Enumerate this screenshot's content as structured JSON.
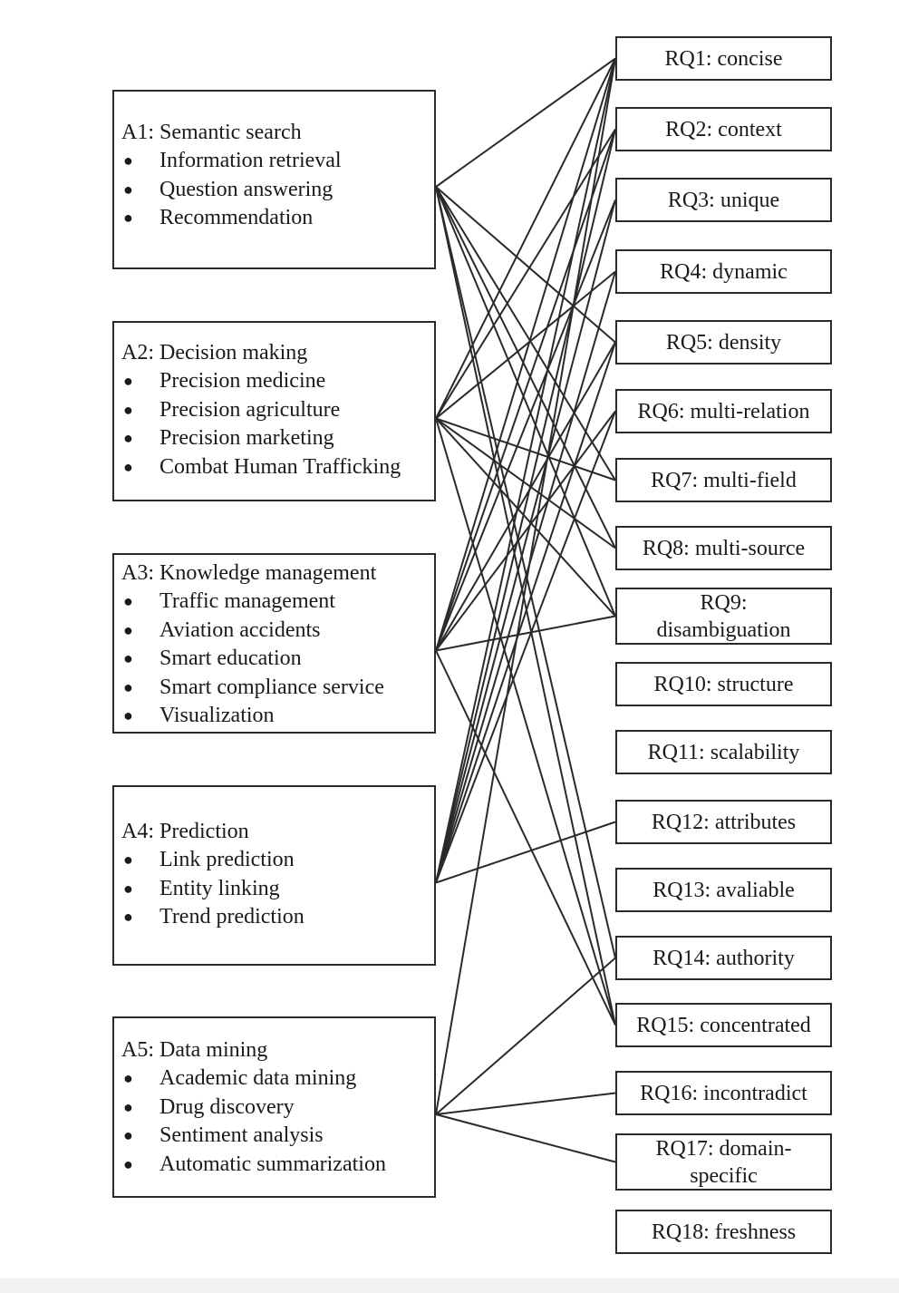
{
  "applications": [
    {
      "id": "A1",
      "title": "A1: Semantic search",
      "items": [
        "Information retrieval",
        "Question answering",
        "Recommendation"
      ]
    },
    {
      "id": "A2",
      "title": "A2: Decision making",
      "items": [
        "Precision medicine",
        "Precision agriculture",
        "Precision marketing",
        "Combat Human Trafficking"
      ]
    },
    {
      "id": "A3",
      "title": "A3: Knowledge management",
      "items": [
        "Traffic management",
        "Aviation accidents",
        "Smart education",
        "Smart compliance service",
        "Visualization"
      ]
    },
    {
      "id": "A4",
      "title": "A4: Prediction",
      "items": [
        "Link prediction",
        "Entity linking",
        "Trend prediction"
      ]
    },
    {
      "id": "A5",
      "title": "A5: Data mining",
      "items": [
        "Academic data mining",
        "Drug discovery",
        "Sentiment analysis",
        "Automatic summarization"
      ]
    }
  ],
  "requirements": [
    {
      "id": "RQ1",
      "label": "RQ1: concise"
    },
    {
      "id": "RQ2",
      "label": "RQ2: context"
    },
    {
      "id": "RQ3",
      "label": "RQ3: unique"
    },
    {
      "id": "RQ4",
      "label": "RQ4: dynamic"
    },
    {
      "id": "RQ5",
      "label": "RQ5: density"
    },
    {
      "id": "RQ6",
      "label": "RQ6: multi-relation"
    },
    {
      "id": "RQ7",
      "label": "RQ7: multi-field"
    },
    {
      "id": "RQ8",
      "label": "RQ8: multi-source"
    },
    {
      "id": "RQ9",
      "label": "RQ9: disambiguation"
    },
    {
      "id": "RQ10",
      "label": "RQ10: structure"
    },
    {
      "id": "RQ11",
      "label": "RQ11: scalability"
    },
    {
      "id": "RQ12",
      "label": "RQ12: attributes"
    },
    {
      "id": "RQ13",
      "label": "RQ13: avaliable"
    },
    {
      "id": "RQ14",
      "label": "RQ14: authority"
    },
    {
      "id": "RQ15",
      "label": "RQ15: concentrated"
    },
    {
      "id": "RQ16",
      "label": "RQ16: incontradict"
    },
    {
      "id": "RQ17",
      "label": "RQ17: domain-specific"
    },
    {
      "id": "RQ18",
      "label": "RQ18: freshness"
    }
  ],
  "connections": {
    "A1": [
      "RQ1",
      "RQ5",
      "RQ7",
      "RQ8",
      "RQ9",
      "RQ14",
      "RQ15"
    ],
    "A2": [
      "RQ1",
      "RQ2",
      "RQ4",
      "RQ7",
      "RQ8",
      "RQ9",
      "RQ15"
    ],
    "A3": [
      "RQ1",
      "RQ2",
      "RQ3",
      "RQ5",
      "RQ6",
      "RQ9",
      "RQ15"
    ],
    "A4": [
      "RQ1",
      "RQ2",
      "RQ3",
      "RQ4",
      "RQ5",
      "RQ6",
      "RQ12"
    ],
    "A5": [
      "RQ1",
      "RQ14",
      "RQ16",
      "RQ17"
    ]
  },
  "style": {
    "line_color": "#2a2a2a",
    "box_border": "#2a2a2a",
    "background": "#ffffff"
  }
}
